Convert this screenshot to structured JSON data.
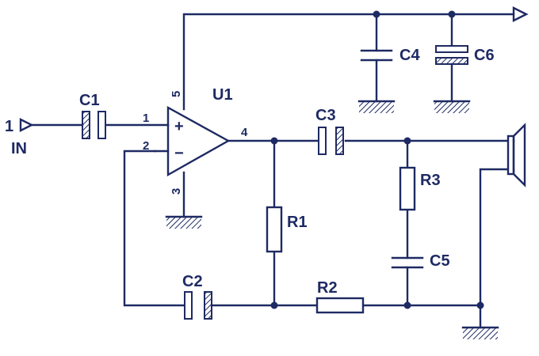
{
  "colors": {
    "ink": "#1e2a63",
    "background": "#ffffff"
  },
  "input": {
    "pin_number": "1",
    "label": "IN"
  },
  "opamp": {
    "ref": "U1",
    "pin_noninv": "1",
    "pin_inv": "2",
    "pin_out": "4",
    "pin_vplus": "5",
    "pin_gnd": "3",
    "plus_sign": "+",
    "minus_sign": "−"
  },
  "components": {
    "c1": "C1",
    "c2": "C2",
    "c3": "C3",
    "c4": "C4",
    "c5": "C5",
    "c6": "C6",
    "r1": "R1",
    "r2": "R2",
    "r3": "R3"
  },
  "symbols": [
    "input-arrow",
    "op-amp",
    "capacitor",
    "electrolytic-capacitor",
    "resistor",
    "ground",
    "speaker",
    "supply-arrow"
  ]
}
